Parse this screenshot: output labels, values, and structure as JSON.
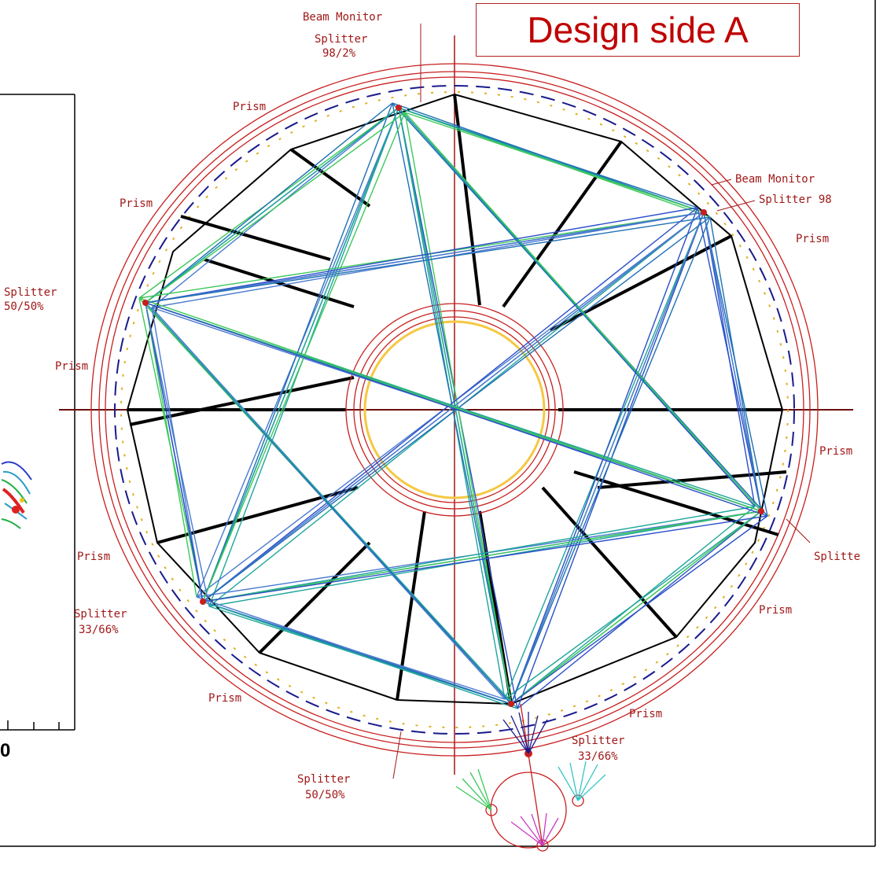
{
  "title": "Design side A",
  "left_plot": {
    "tick_label": "0"
  },
  "labels": {
    "beam_monitor_top": "Beam Monitor",
    "splitter_top": "Splitter",
    "splitter_top_ratio": "98/2%",
    "beam_monitor_right": "Beam Monitor",
    "splitter_right": "Splitter 98",
    "prism_1": "Prism",
    "prism_2": "Prism",
    "prism_3": "Prism",
    "prism_4": "Prism",
    "prism_5": "Prism",
    "prism_6": "Prism",
    "prism_7": "Prism",
    "prism_8": "Prism",
    "prism_9": "Prism",
    "splitter_left": "Splitter",
    "splitter_left_ratio": "50/50%",
    "splitter_lower_left": "Splitter",
    "splitter_lower_left_ratio": "33/66%",
    "splitter_bottom": "Splitter",
    "splitter_bottom_ratio": "50/50%",
    "splitter_bottom_right": "Splitter",
    "splitter_bottom_right_ratio": "33/66%",
    "splitter_far_right": "Splitte"
  },
  "colors": {
    "ring": "#c81e1e",
    "beam_blue": "#1f6fb5",
    "beam_teal": "#1fa59a",
    "beam_green": "#3cc85a",
    "spokes": "#000000",
    "inner_ring": "#f5c842",
    "axis": "#6b0f0f"
  }
}
